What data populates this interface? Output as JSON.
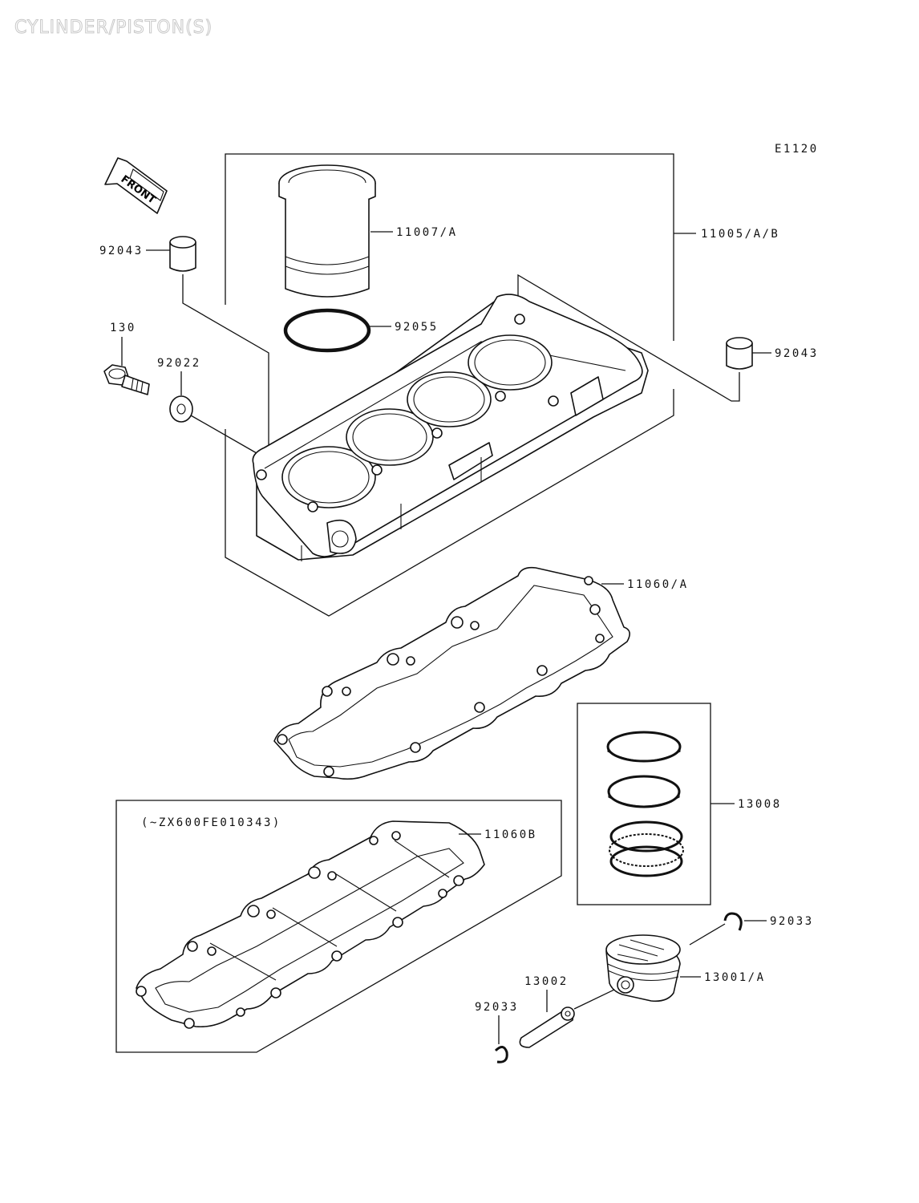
{
  "header": {
    "title": "CYLINDER/PISTON(S)",
    "code": "E1120"
  },
  "front_arrow": "FRONT",
  "note": "(~ZX600FE010343)",
  "parts": {
    "cylinder_assy": "11005/A/B",
    "liner": "11007/A",
    "oring": "92055",
    "dowel_left": "92043",
    "dowel_right": "92043",
    "bolt": "130",
    "washer": "92022",
    "gasket_a": "11060/A",
    "gasket_b": "11060B",
    "ring_set": "13008",
    "clip_right": "92033",
    "piston": "13001/A",
    "pin": "13002",
    "clip_left": "92033"
  }
}
